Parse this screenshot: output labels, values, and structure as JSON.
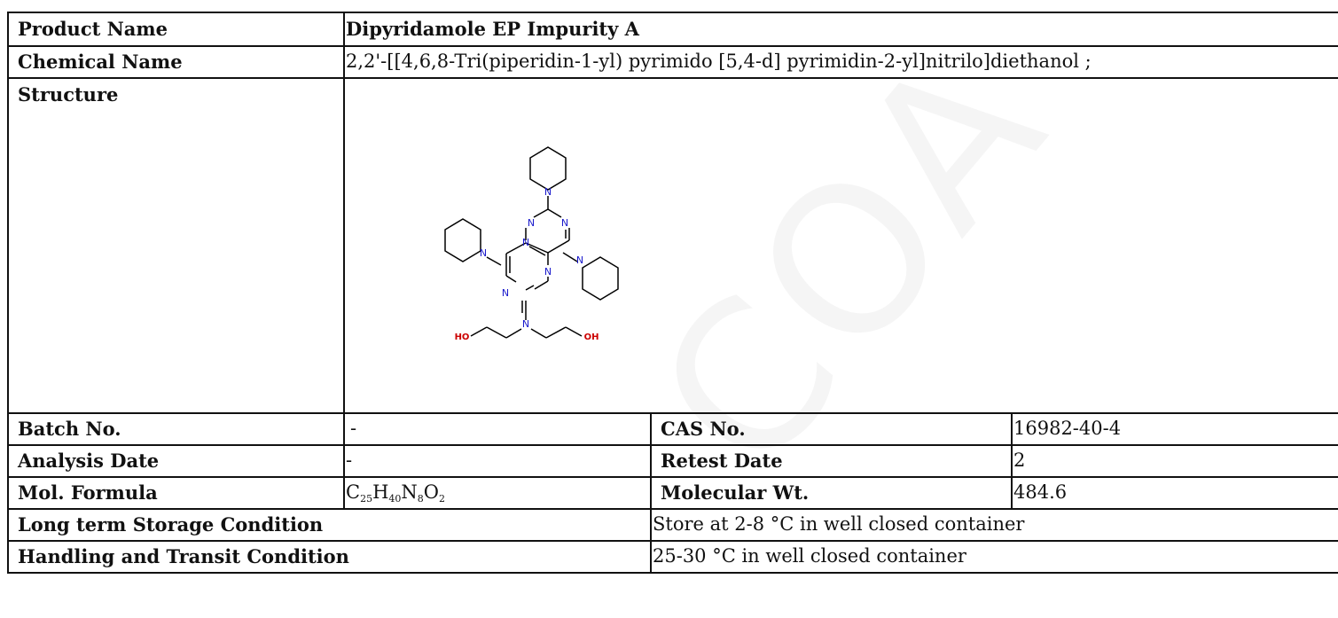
{
  "rows": {
    "product_name": {
      "label": "Product Name",
      "value": "Dipyridamole EP Impurity A"
    },
    "chemical_name": {
      "label": "Chemical Name",
      "value": "2,2'-[[4,6,8-Tri(piperidin-1-yl) pyrimido [5,4-d] pyrimidin-2-yl]nitrilo]diethanol ;"
    },
    "structure": {
      "label": "Structure"
    },
    "batch_no": {
      "label": "Batch No.",
      "value": "-"
    },
    "cas_no": {
      "label": "CAS No.",
      "value": "16982-40-4"
    },
    "analysis_date": {
      "label": "Analysis Date",
      "value": "-"
    },
    "retest_date": {
      "label": "Retest Date",
      "value": "2"
    },
    "mol_formula": {
      "label": "Mol. Formula",
      "parts": {
        "c": "C",
        "c_n": "25",
        "h": "H",
        "h_n": "40",
        "n": "N",
        "n_n": "8",
        "o": "O",
        "o_n": "2"
      }
    },
    "molecular_wt": {
      "label": "Molecular Wt.",
      "value": "484.6"
    },
    "storage": {
      "label": "Long term Storage Condition",
      "value": "Store at 2-8 °C in well closed container"
    },
    "handling": {
      "label": "Handling and Transit Condition",
      "value": "25-30 °C in well closed container"
    }
  },
  "structure_atoms": {
    "n": "N",
    "ho": "HO",
    "oh": "OH"
  },
  "colors": {
    "border": "#111111",
    "nitrogen": "#1a1acc",
    "oxygen": "#cc0000",
    "bond": "#000000"
  }
}
